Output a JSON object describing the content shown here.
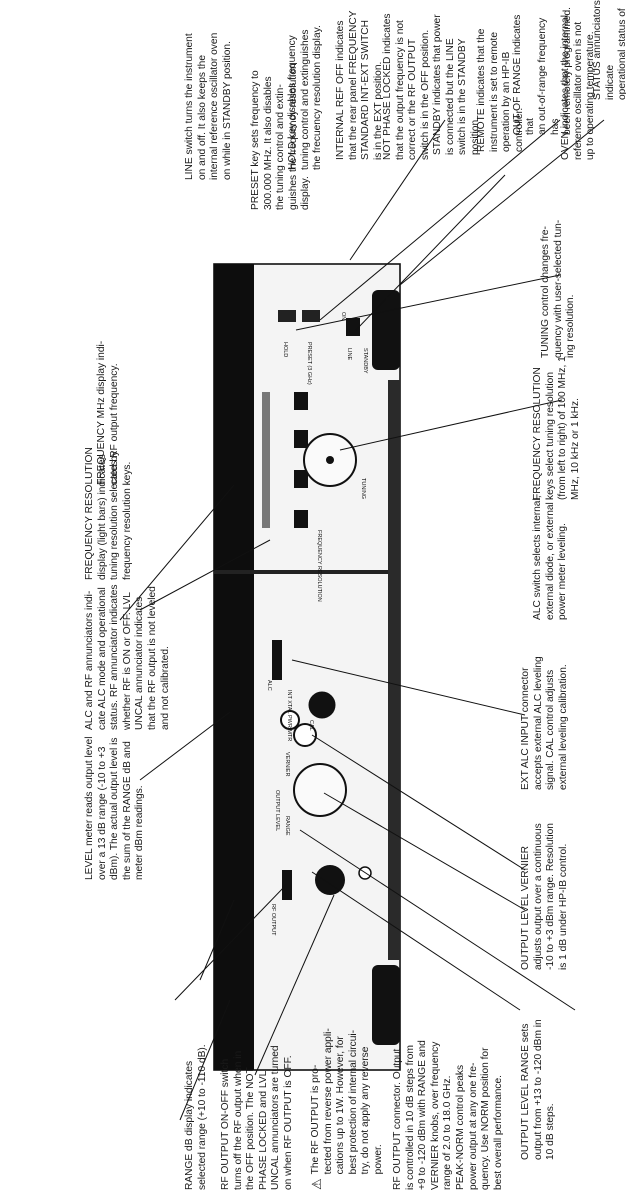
{
  "top_column": [
    {
      "id": "status",
      "text": "STATUS annunciators indicate\noperational status of instrument."
    },
    {
      "id": "oven",
      "text": "OVEN indicates that the internal\nreference oscillator oven is not\nup to operating temperature."
    },
    {
      "id": "out-of-range",
      "text": "OUT OF RANGE indicates that\nan out-of-range frequency has\nbeen remotely programmed."
    },
    {
      "id": "remote",
      "text": "REMOTE indicates that the\ninstrument is set to remote\noperation by an HP-IB\ncontroller."
    },
    {
      "id": "standby",
      "text": "STANDBY indicates that power\nis connected but the LINE\nswitch is in the STANDBY\nposition."
    },
    {
      "id": "not-phase-locked",
      "text": "NOT PHASE LOCKED indicates\nthat the output frequency is not\ncorrect or the RF OUTPUT\nswitch is in the OFF position."
    },
    {
      "id": "internal-ref-off",
      "text": "INTERNAL REF OFF indicates\nthat the rear panel FREQUENCY\nSTANDARD INT-EXT SWITCH\nis in the EXT position."
    },
    {
      "id": "hold",
      "text": "HOLD key disables frequency\ntuning control and extinguishes\nthe frecuency resolution display."
    },
    {
      "id": "preset",
      "text": "PRESET key sets frequency to\n300.000 MHz. It also disables\nthe tuning control and extin-\nguishes the frequency resolution\ndisplay."
    },
    {
      "id": "line",
      "text": "LINE switch turns the instrument\non and off. It also keeps the\ninternal reference oscillator oven\non while in STANDBY position."
    }
  ],
  "upper_row": [
    {
      "id": "level-meter",
      "text": "LEVEL meter reads output level\nover a 13 dB range (-10 to +3\ndBm). The actual output level is\nthe sum of the RANGE dB and\nmeter dBm readings."
    },
    {
      "id": "alc-rf-annunciators",
      "text": "ALC and RF annunciators indi-\ncate ALC mode and operational\nstatus. RF annunciator indicates\nwhether RF is ON or OFF. LVL\nUNCAL annunciator indicates\nthat the RF output is not leveled\nand not calibrated."
    },
    {
      "id": "freq-resolution-display",
      "text": "FREQUENCY RESOLUTION\ndisplay (light bars) indicates\ntuning resolution selected by\nfrequency resolution keys."
    },
    {
      "id": "frequency-mhz-display",
      "text": "FREQUENCY MHz display indi-\ncates RF output frequency."
    }
  ],
  "lower_row": [
    {
      "id": "output-level-vernier",
      "text": "OUTPUT LEVEL VERNIER\nadjusts output over a continuous\n-10 to +3 dBm range. Resolution\nis 1 dB under HP-IB control."
    },
    {
      "id": "ext-alc-input",
      "text": "EXT ALC INPUT connector\naccepts external ALC leveling\nsignal. CAL control adjusts\nexternal leveling calibration."
    },
    {
      "id": "alc-switch",
      "text": "ALC switch selects internal,\nexternal diode, or external\npower meter leveling."
    },
    {
      "id": "freq-resolution-keys",
      "text": "FREQUENCY RESOLUTION\nkeys select tuning resolution\n(from left to right) of 100 MHz, 1\nMHz, 10 kHz or 1 kHz."
    },
    {
      "id": "tuning-control",
      "text": "TUNING control changes fre-\nquency with user-selected tun-\ning resolution."
    }
  ],
  "left_column": {
    "range_display": "RANGE dB display indicates\nselected range (+10 to -110 dB).",
    "rf_output_switch": "RF OUTPUT ON-OFF switch\nturns off the RF output when in\nthe OFF position. The NOT\nPHASE LOCKED and LVL\nUNCAL annunciators are turned\non when RF OUTPUT is OFF.",
    "warning_symbol": "⚠",
    "warning": "The RF OUTPUT is pro-\ntected from reverse power appli-\ncations up to 1W. However, for\nbest protection of internal circui-\ntry, do not apply any reverse\npower.",
    "rf_output_connector": "RF OUTPUT connector. Output\nis controlled in 10 dB steps from\n+9 to -120 dBm with RANGE and\nVERNIER knobs, over frequency\nrange of 2.0 to 18.0 GHz.\nPEAK-NORM control peaks\npower output at any one fre-\nquency. Use NORM position for\nbest overall performance.",
    "output_level_range": "OUTPUT LEVEL RANGE sets\noutput from +13 to -120 dBm in\n10 dB steps."
  },
  "panel_labels": {
    "hold": "HOLD",
    "preset": "PRESET (3 GHz)",
    "line": "LINE",
    "on": "ON",
    "standby": "STANDBY",
    "rf_output": "RF OUTPUT",
    "range": "RANGE",
    "vernier": "VERNIER",
    "output_level": "OUTPUT LEVEL",
    "alc": "ALC",
    "int_xtal_pwr_mtr": "INT  XTAL  PWR MTR",
    "cal": "CAL",
    "tuning": "TUNING",
    "frequency_resolution": "FREQUENCY RESOLUTION"
  }
}
